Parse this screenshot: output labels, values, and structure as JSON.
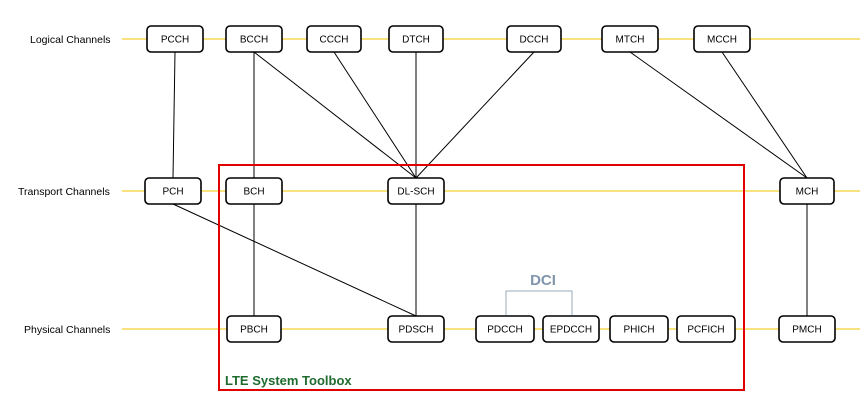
{
  "rows": [
    {
      "id": "logical",
      "label": "Logical Channels"
    },
    {
      "id": "transport",
      "label": "Transport Channels"
    },
    {
      "id": "physical",
      "label": "Physical Channels"
    }
  ],
  "nodes": [
    {
      "id": "pcch",
      "label": "PCCH",
      "row": "logical"
    },
    {
      "id": "bcch",
      "label": "BCCH",
      "row": "logical"
    },
    {
      "id": "ccch",
      "label": "CCCH",
      "row": "logical"
    },
    {
      "id": "dtch",
      "label": "DTCH",
      "row": "logical"
    },
    {
      "id": "dcch",
      "label": "DCCH",
      "row": "logical"
    },
    {
      "id": "mtch",
      "label": "MTCH",
      "row": "logical"
    },
    {
      "id": "mcch",
      "label": "MCCH",
      "row": "logical"
    },
    {
      "id": "pch",
      "label": "PCH",
      "row": "transport"
    },
    {
      "id": "bch",
      "label": "BCH",
      "row": "transport"
    },
    {
      "id": "dlsch",
      "label": "DL-SCH",
      "row": "transport"
    },
    {
      "id": "mch",
      "label": "MCH",
      "row": "transport"
    },
    {
      "id": "pbch",
      "label": "PBCH",
      "row": "physical"
    },
    {
      "id": "pdsch",
      "label": "PDSCH",
      "row": "physical"
    },
    {
      "id": "pdcch",
      "label": "PDCCH",
      "row": "physical"
    },
    {
      "id": "epdcch",
      "label": "EPDCCH",
      "row": "physical"
    },
    {
      "id": "phich",
      "label": "PHICH",
      "row": "physical"
    },
    {
      "id": "pcfich",
      "label": "PCFICH",
      "row": "physical"
    },
    {
      "id": "pmch",
      "label": "PMCH",
      "row": "physical"
    }
  ],
  "edges": [
    {
      "from": "pcch",
      "to": "pch"
    },
    {
      "from": "bcch",
      "to": "bch"
    },
    {
      "from": "bcch",
      "to": "dlsch"
    },
    {
      "from": "ccch",
      "to": "dlsch"
    },
    {
      "from": "dtch",
      "to": "dlsch"
    },
    {
      "from": "dcch",
      "to": "dlsch"
    },
    {
      "from": "mtch",
      "to": "mch"
    },
    {
      "from": "mcch",
      "to": "mch"
    },
    {
      "from": "pch",
      "to": "pdsch"
    },
    {
      "from": "bch",
      "to": "pbch"
    },
    {
      "from": "dlsch",
      "to": "pdsch"
    },
    {
      "from": "mch",
      "to": "pmch"
    }
  ],
  "group": {
    "label": "LTE System Toolbox"
  },
  "dci": {
    "label": "DCI",
    "members": [
      "pdcch",
      "epdcch"
    ]
  }
}
